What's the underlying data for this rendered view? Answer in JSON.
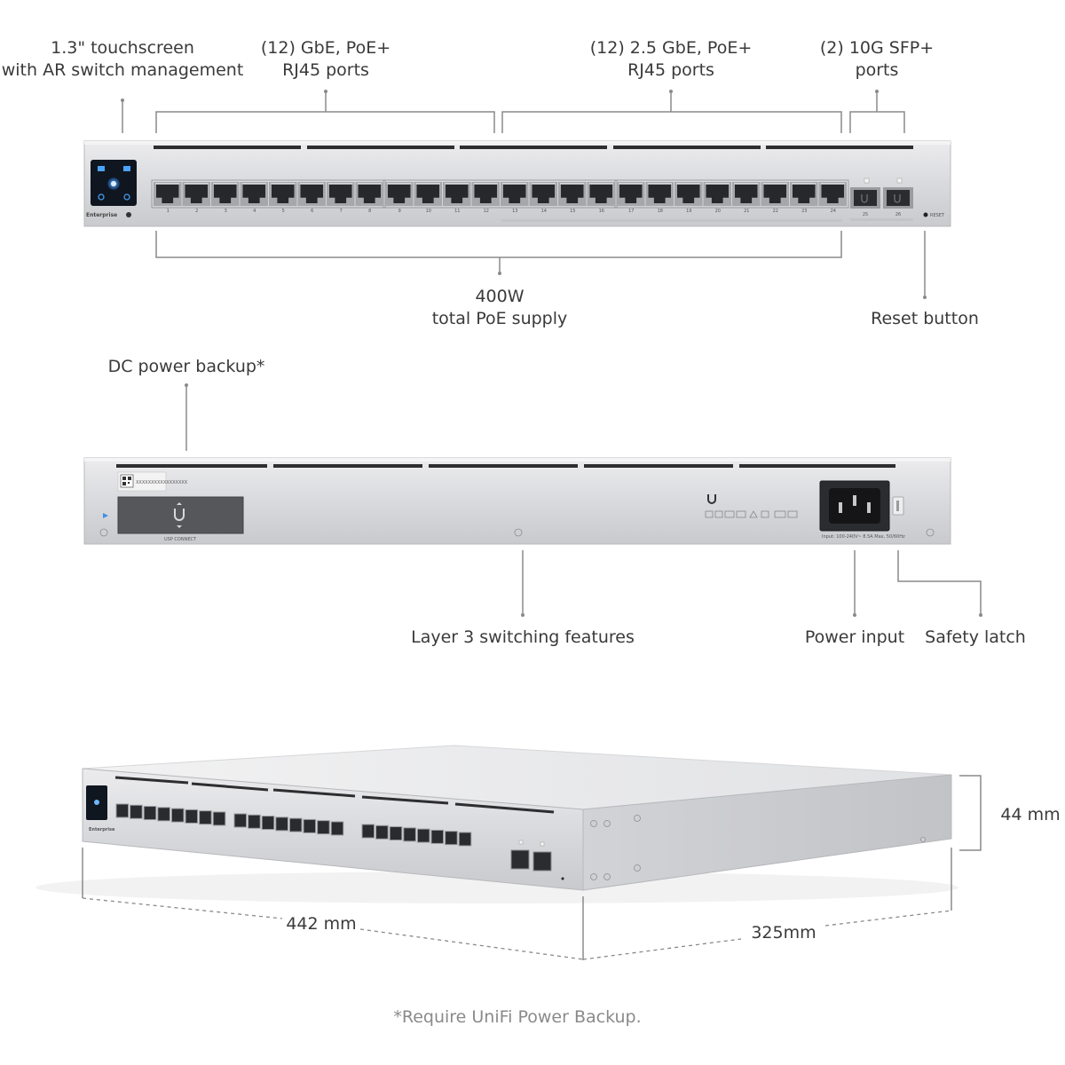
{
  "front_callouts": {
    "touchscreen": [
      "1.3\" touchscreen",
      "with AR switch management"
    ],
    "gbe_ports": [
      "(12) GbE, PoE+",
      "RJ45 ports"
    ],
    "gbe25_ports": [
      "(12) 2.5 GbE, PoE+",
      "RJ45 ports"
    ],
    "sfp_ports": [
      "(2) 10G SFP+",
      "ports"
    ],
    "poe_supply": [
      "400W",
      "total PoE supply"
    ],
    "reset": "Reset button"
  },
  "rear_callouts": {
    "dc_backup": "DC power backup*",
    "layer3": "Layer 3 switching features",
    "power_input": "Power input",
    "safety_latch": "Safety latch"
  },
  "dimensions": {
    "height": "44 mm",
    "width": "442 mm",
    "depth": "325mm"
  },
  "footnote": "*Require UniFi Power Backup.",
  "device_labels": {
    "brand": "Enterprise",
    "reset_label": "RESET",
    "usp_connect": "USP CONNECT",
    "input_rating": "Input: 100-240V~ 8.5A Max, 50/60Hz",
    "sfp_numbers": [
      "25",
      "26"
    ],
    "port_numbers": [
      "1",
      "2",
      "3",
      "4",
      "5",
      "6",
      "7",
      "8",
      "9",
      "10",
      "11",
      "12",
      "13",
      "14",
      "15",
      "16",
      "17",
      "18",
      "19",
      "20",
      "21",
      "22",
      "23",
      "24"
    ],
    "serial_text": "XXXXXXXXXXXXXXXXX"
  }
}
